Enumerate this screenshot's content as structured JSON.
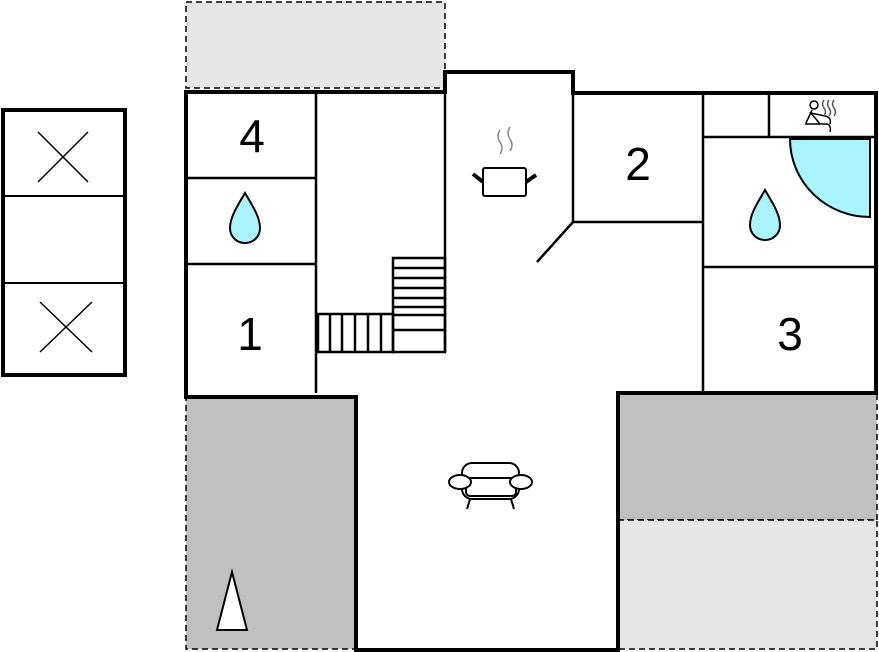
{
  "rooms": [
    {
      "label": "4",
      "type": "bedroom"
    },
    {
      "label": "1",
      "type": "bedroom"
    },
    {
      "label": "2",
      "type": "bedroom"
    },
    {
      "label": "3",
      "type": "bedroom"
    }
  ],
  "icons": [
    "bathroom-drop-icon",
    "kitchen-pot-icon",
    "sauna-icon",
    "sofa-icon",
    "north-arrow-icon",
    "stairs-icon",
    "bed-x-icon"
  ],
  "colors": {
    "water": "#aaf4ff",
    "terrace_dark": "#c0c0c0",
    "terrace_light": "#e6e6e6"
  }
}
